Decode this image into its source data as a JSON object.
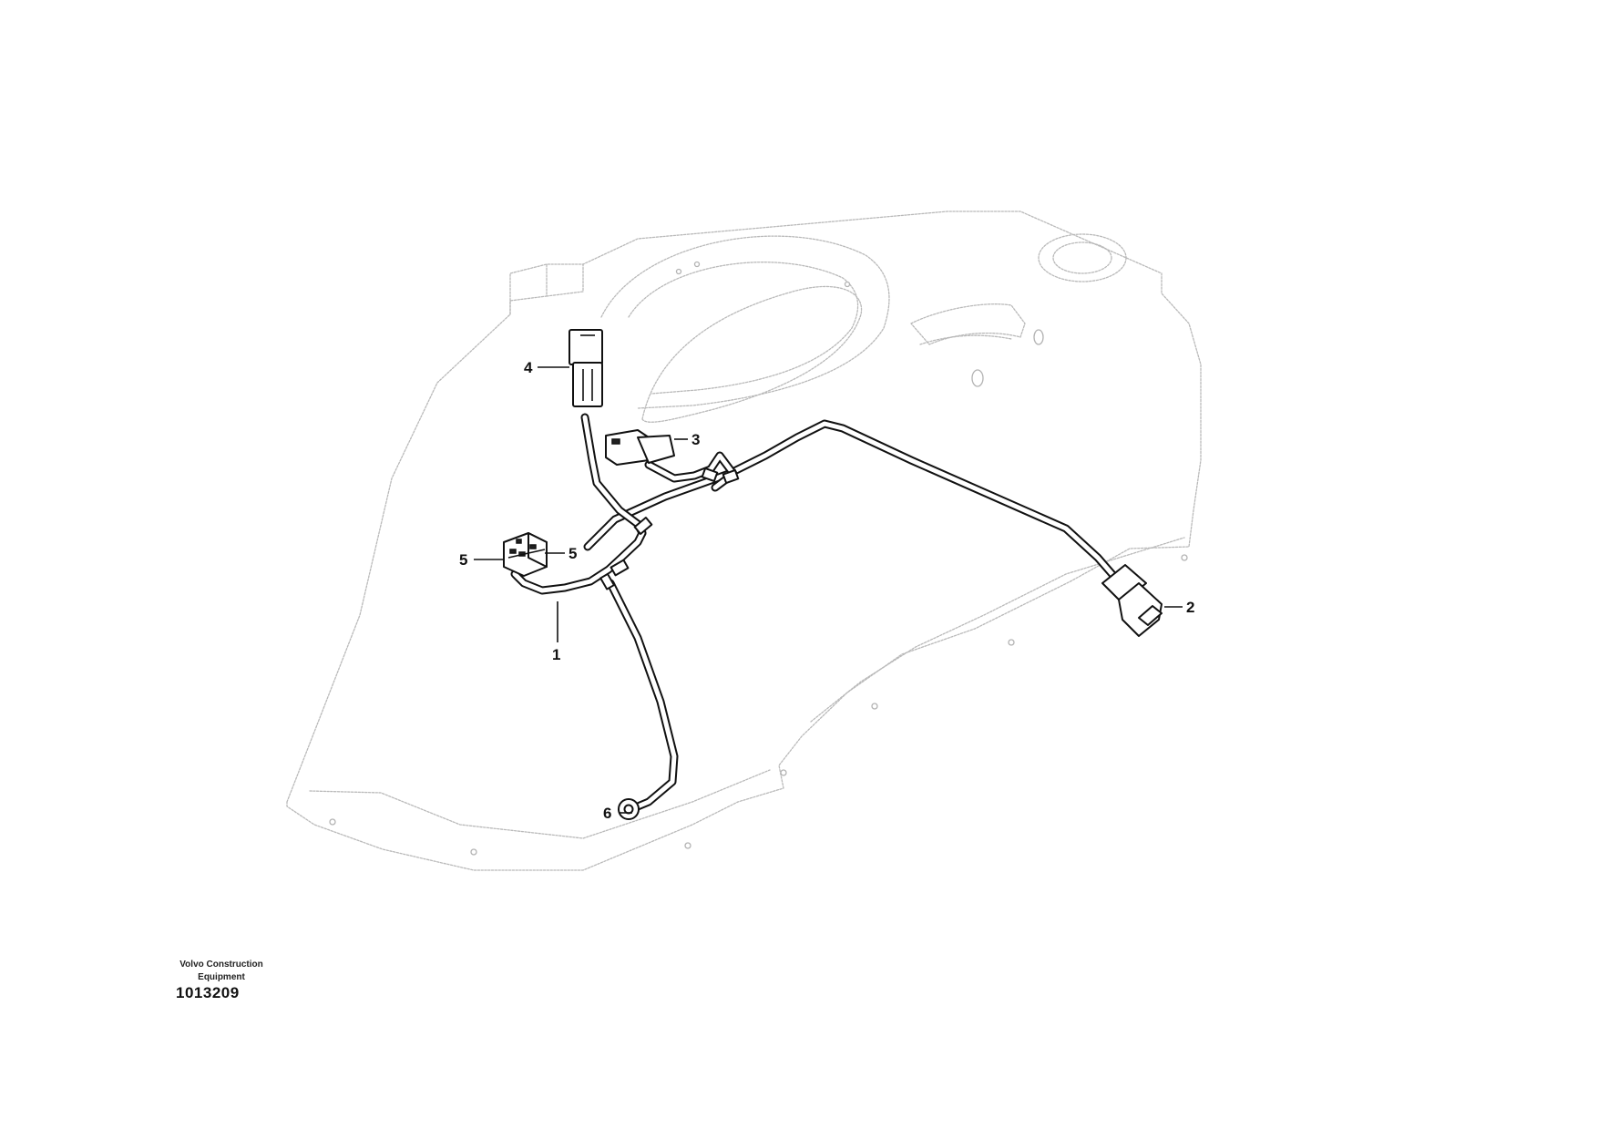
{
  "callouts": [
    {
      "id": "harness",
      "label": "1"
    },
    {
      "id": "connector-right",
      "label": "2"
    },
    {
      "id": "connector-small",
      "label": "3"
    },
    {
      "id": "connector-top",
      "label": "4"
    },
    {
      "id": "relay-left",
      "label": "5"
    },
    {
      "id": "relay-right",
      "label": "5"
    },
    {
      "id": "ground-eyelet",
      "label": "6"
    }
  ],
  "footer": {
    "brand_line1": "Volvo Construction",
    "brand_line2": "Equipment",
    "drawing_number": "1013209"
  },
  "colors": {
    "ink": "#111111",
    "outline": "#b9b9b9",
    "background": "#ffffff"
  }
}
